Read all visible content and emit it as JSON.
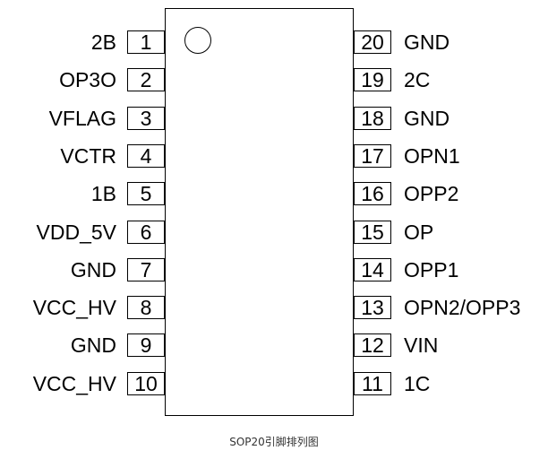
{
  "left_pins": [
    {
      "num": "1",
      "name": "2B"
    },
    {
      "num": "2",
      "name": "OP3O"
    },
    {
      "num": "3",
      "name": "VFLAG"
    },
    {
      "num": "4",
      "name": "VCTR"
    },
    {
      "num": "5",
      "name": "1B"
    },
    {
      "num": "6",
      "name": "VDD_5V"
    },
    {
      "num": "7",
      "name": "GND"
    },
    {
      "num": "8",
      "name": "VCC_HV"
    },
    {
      "num": "9",
      "name": "GND"
    },
    {
      "num": "10",
      "name": "VCC_HV"
    }
  ],
  "right_pins": [
    {
      "num": "20",
      "name": "GND"
    },
    {
      "num": "19",
      "name": "2C"
    },
    {
      "num": "18",
      "name": "GND"
    },
    {
      "num": "17",
      "name": "OPN1"
    },
    {
      "num": "16",
      "name": "OPP2"
    },
    {
      "num": "15",
      "name": "OP"
    },
    {
      "num": "14",
      "name": "OPP1"
    },
    {
      "num": "13",
      "name": "OPN2/OPP3"
    },
    {
      "num": "12",
      "name": "VIN"
    },
    {
      "num": "11",
      "name": "1C"
    }
  ],
  "caption": "SOP20引脚排列图"
}
